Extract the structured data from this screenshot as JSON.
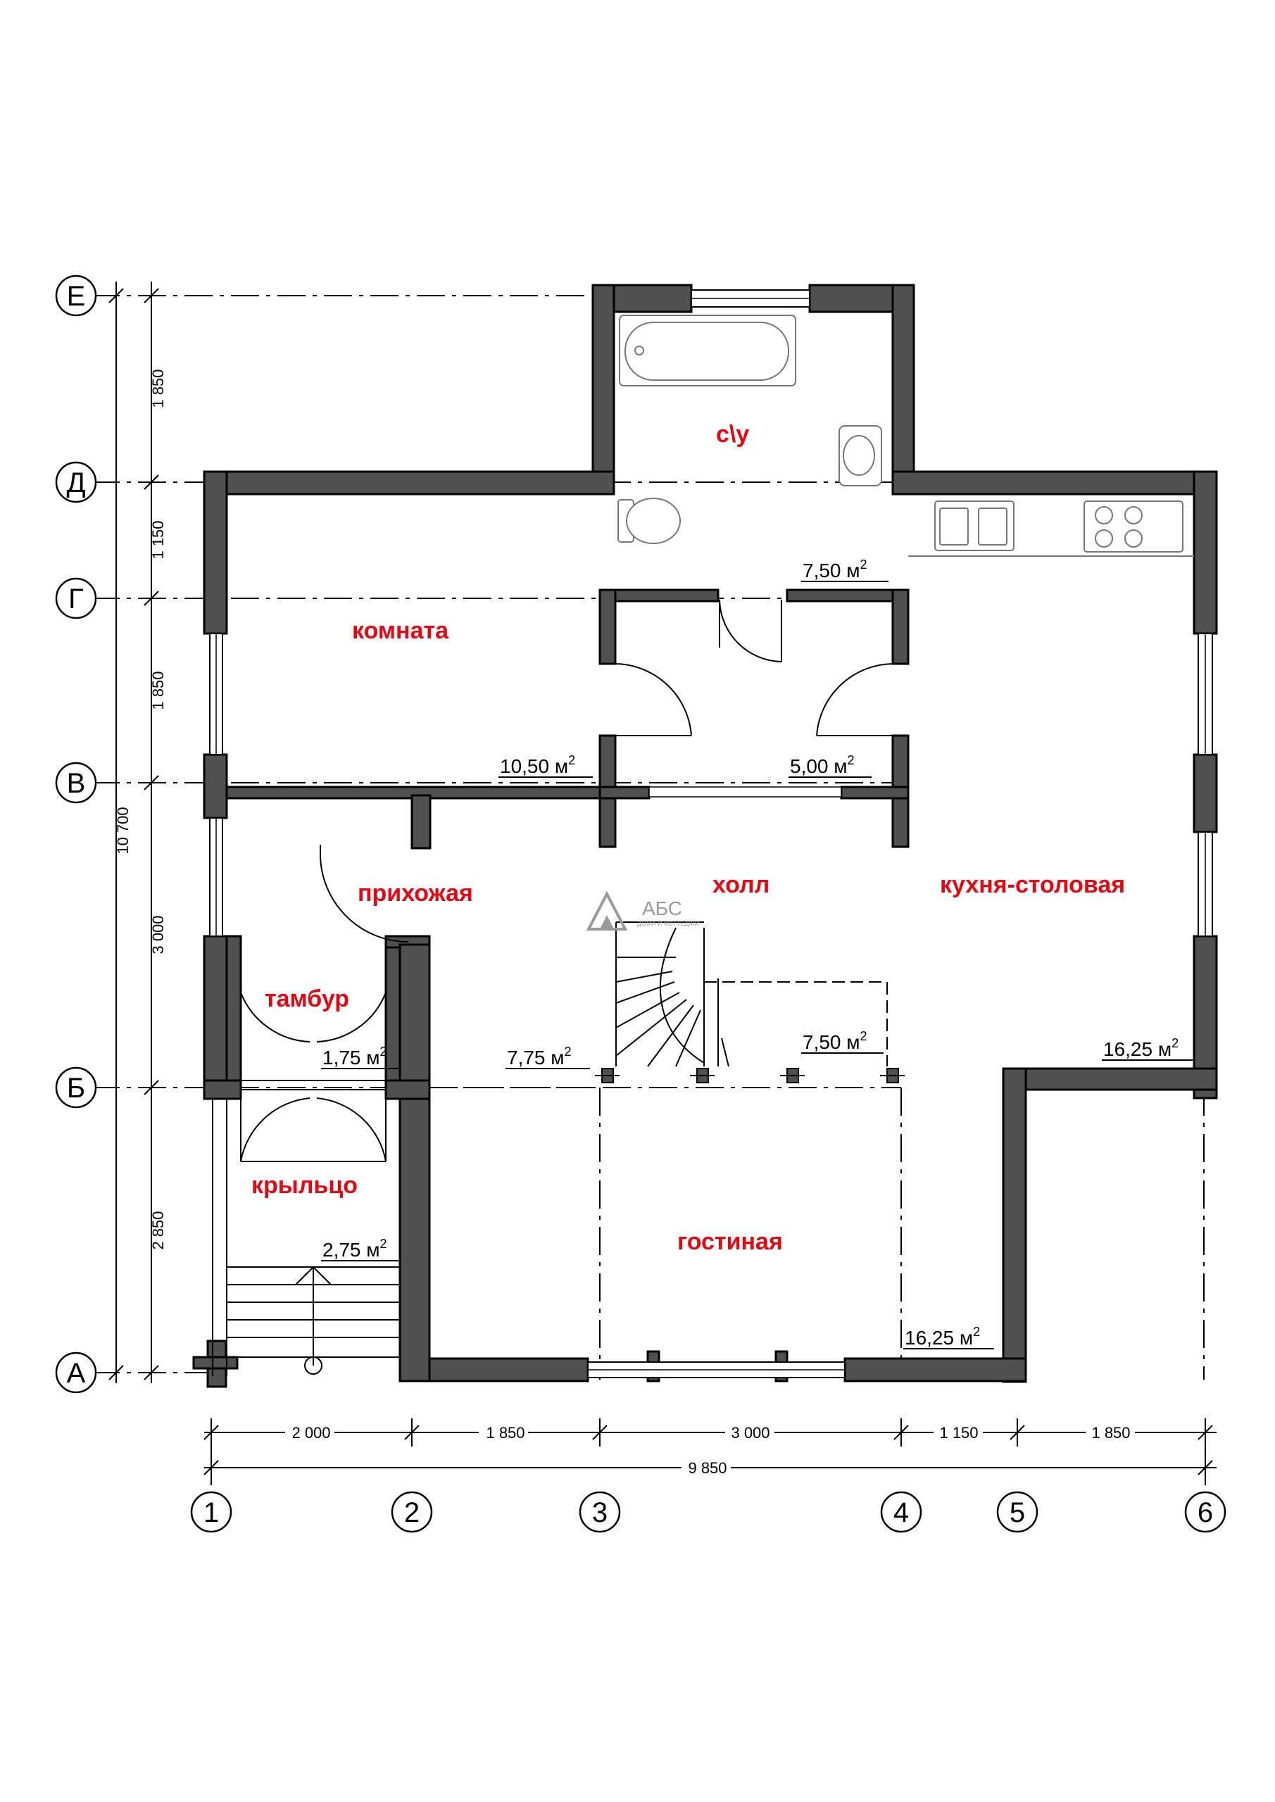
{
  "colors": {
    "wall": "#505050",
    "room_label": "#e30613",
    "line": "#000000"
  },
  "rooms": {
    "su": "с\\у",
    "komnata": "комната",
    "kitchen": "кухня-столовая",
    "hall": "холл",
    "prihozhaya": "прихожая",
    "tambur": "тамбур",
    "kryltso": "крыльцо",
    "gostinaya": "гостиная"
  },
  "areas": {
    "su": "7,50 м",
    "komnata": "10,50 м",
    "corridor": "5,00 м",
    "tambur": "1,75 м",
    "hall_left": "7,75 м",
    "hall_right": "7,50 м",
    "kitchen": "16,25 м",
    "kryltso": "2,75 м",
    "gostinaya": "16,25 м",
    "sup": "2"
  },
  "axes_rows": [
    "Е",
    "Д",
    "Г",
    "В",
    "Б",
    "А"
  ],
  "axes_cols": [
    "1",
    "2",
    "3",
    "4",
    "5",
    "6"
  ],
  "dims_vertical": [
    "1 850",
    "1 150",
    "1 850",
    "3 000",
    "2 850"
  ],
  "dim_total_vertical": "10 700",
  "dims_horizontal": [
    "2 000",
    "1 850",
    "3 000",
    "1 150",
    "1 850"
  ],
  "dim_total_horizontal": "9 850",
  "logo": {
    "name": "АБС",
    "tagline": "ДОМА И КОТТЕДЖИ"
  }
}
